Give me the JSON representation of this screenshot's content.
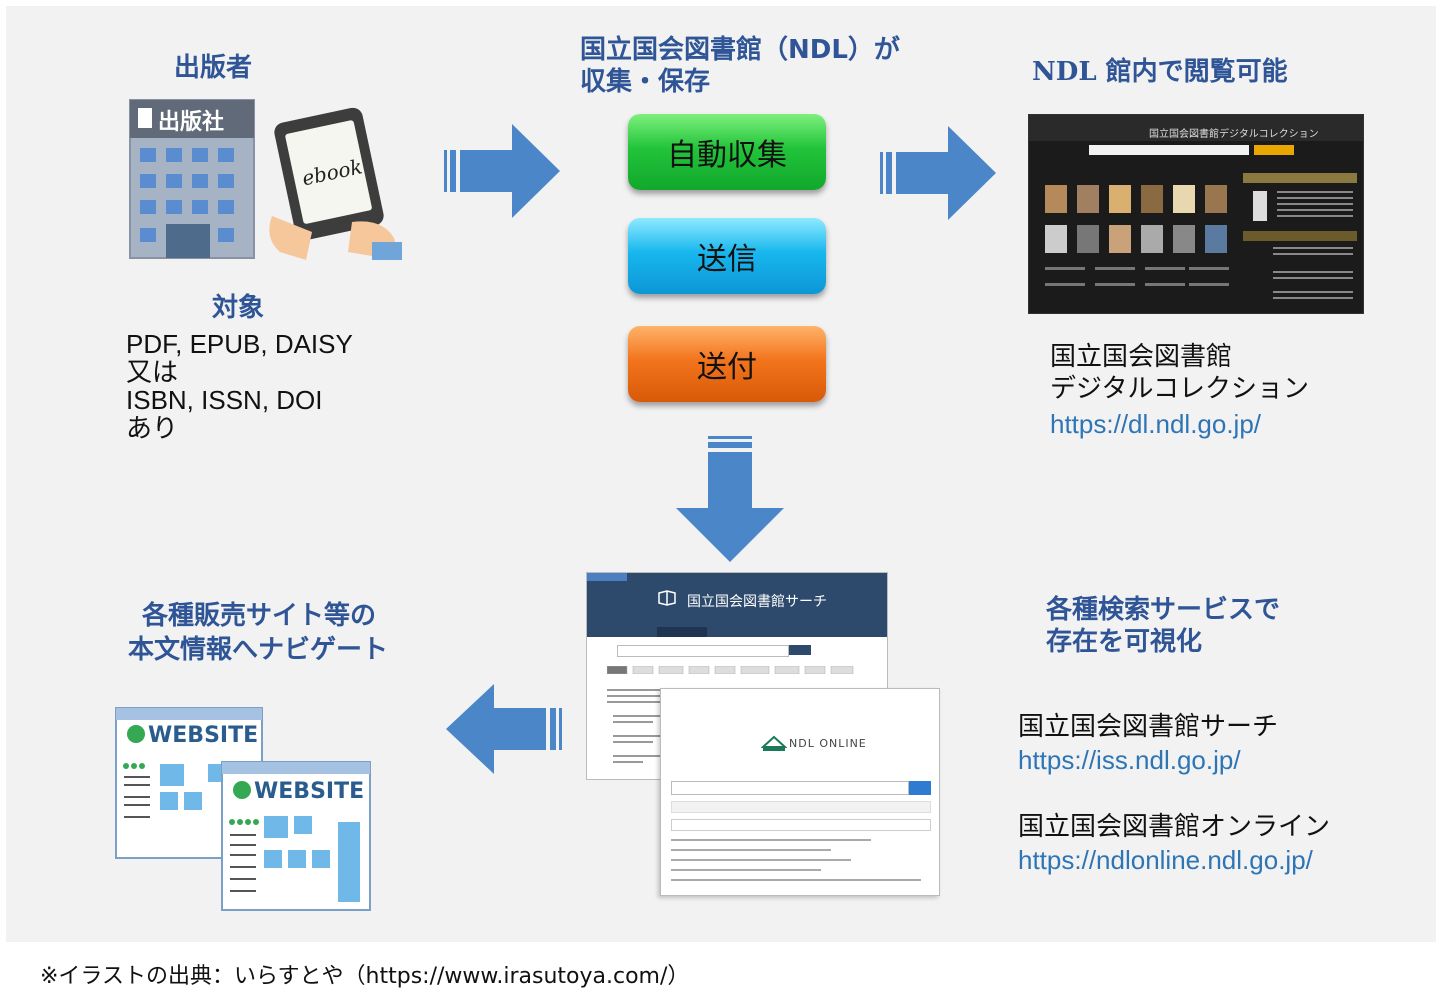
{
  "publisher": {
    "heading": "出版者",
    "building_sign": "出版社",
    "ebook_label": "ebook",
    "target_heading": "対象",
    "target_lines": [
      "PDF, EPUB, DAISY",
      "又は",
      "ISBN, ISSN, DOI",
      "あり"
    ]
  },
  "ndl": {
    "heading_line1": "国立国会図書館（NDL）が",
    "heading_line2": "収集・保存",
    "methods": [
      "自動収集",
      "送信",
      "送付"
    ]
  },
  "viewing": {
    "heading": "NDL 館内で閲覧可能",
    "screenshot_title": "国立国会図書館デジタルコレクション",
    "name_line1": "国立国会図書館",
    "name_line2": "デジタルコレクション",
    "url": "https://dl.ndl.go.jp/"
  },
  "search": {
    "heading_line1": "各種検索サービスで",
    "heading_line2": "存在を可視化",
    "screenshot_title": "国立国会図書館サーチ",
    "online_logo": "NDL ONLINE",
    "services": [
      {
        "name": "国立国会図書館サーチ",
        "url": "https://iss.ndl.go.jp/"
      },
      {
        "name": "国立国会図書館オンライン",
        "url": "https://ndlonline.ndl.go.jp/"
      }
    ]
  },
  "navigate": {
    "heading_line1": "各種販売サイト等の",
    "heading_line2": "本文情報へナビゲート",
    "website_label": "WEBSITE"
  },
  "footer": "※イラストの出典：いらすとや（https://www.irasutoya.com/）",
  "colors": {
    "heading_blue": "#2f5597",
    "arrow_blue": "#4a86c8",
    "link_blue": "#2e75b6",
    "panel_bg": "#f2f2f2"
  }
}
